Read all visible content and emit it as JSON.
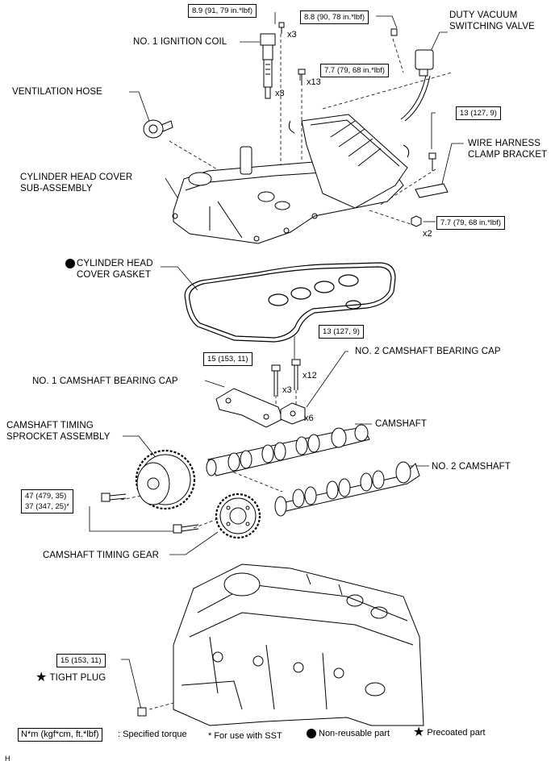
{
  "labels": {
    "duty_vacuum_valve": [
      "DUTY VACUUM",
      "SWITCHING VALVE"
    ],
    "ignition_coil": "NO. 1 IGNITION COIL",
    "ventilation_hose": "VENTILATION HOSE",
    "wire_harness_clamp": [
      "WIRE HARNESS",
      "CLAMP BRACKET"
    ],
    "cylinder_head_cover": [
      "CYLINDER HEAD COVER",
      "SUB-ASSEMBLY"
    ],
    "cylinder_head_cover_gasket": [
      "CYLINDER HEAD",
      "COVER GASKET"
    ],
    "no2_bearing_cap": "NO. 2 CAMSHAFT BEARING CAP",
    "no1_bearing_cap": "NO. 1 CAMSHAFT BEARING CAP",
    "camshaft": "CAMSHAFT",
    "timing_sprocket": [
      "CAMSHAFT TIMING",
      "SPROCKET ASSEMBLY"
    ],
    "no2_camshaft": "NO. 2 CAMSHAFT",
    "timing_gear": "CAMSHAFT TIMING GEAR",
    "tight_plug": "TIGHT PLUG",
    "figure_code": "H"
  },
  "torques": {
    "ignition_bolt": "8.9 (91, 79 in.*lbf)",
    "valve_bolt": "8.8 (90, 78 in.*lbf)",
    "cover_bolts": "7.7 (79, 68 in.*lbf)",
    "clamp_bolt": "13 (127, 9)",
    "cover_nuts": "7.7 (79, 68 in.*lbf)",
    "bearing_cap_bolts_a": "13 (127, 9)",
    "bearing_cap_bolts_b": "15 (153, 11)",
    "sprocket_bolt_1": "47 (479, 35)",
    "sprocket_bolt_2": "37 (347, 25)*",
    "tight_plug": "15 (153, 11)"
  },
  "counts": {
    "ignition_bolt": "x3",
    "coil": "x3",
    "cover_bolts": "x13",
    "cover_nuts": "x2",
    "cap_bolts_12": "x12",
    "cap_bolts_3": "x3",
    "cap_bolts_6": "x6"
  },
  "legend": {
    "torque_unit": "N*m (kgf*cm, ft.*lbf)",
    "torque_text": ": Specified torque",
    "sst_text": "* For use with SST",
    "non_reusable": "Non-reusable part",
    "precoated": "Precoated part"
  }
}
